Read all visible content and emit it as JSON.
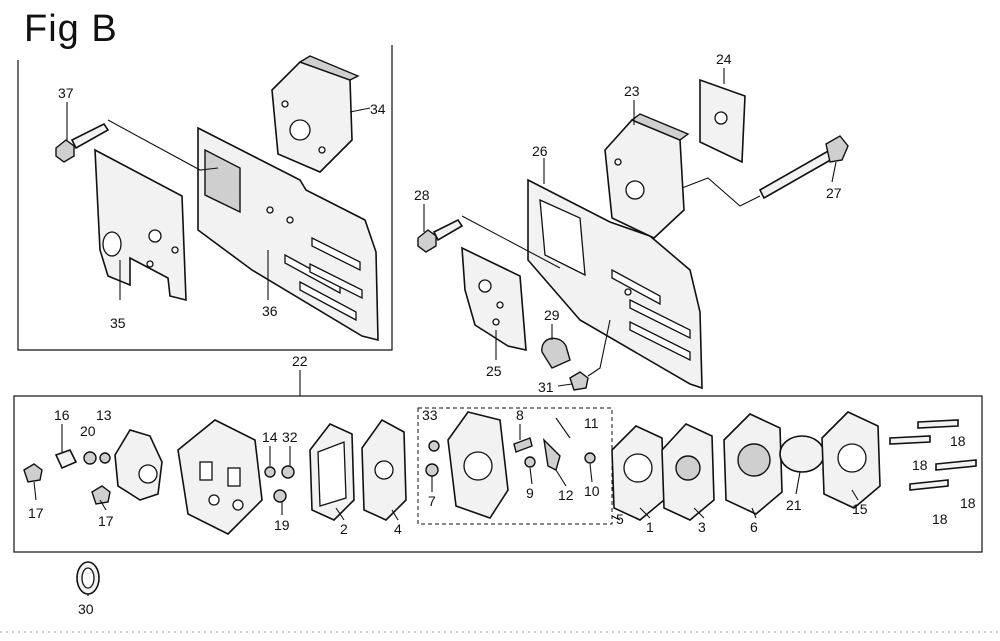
{
  "figure": {
    "title": "Fig B"
  },
  "callouts": {
    "p1": "1",
    "p2": "2",
    "p3": "3",
    "p4": "4",
    "p5": "5",
    "p6": "6",
    "p7": "7",
    "p8": "8",
    "p9": "9",
    "p10": "10",
    "p11": "11",
    "p12": "12",
    "p13": "13",
    "p14": "14",
    "p15": "15",
    "p16": "16",
    "p17a": "17",
    "p17b": "17",
    "p18a": "18",
    "p18b": "18",
    "p18c": "18",
    "p18d": "18",
    "p19": "19",
    "p20": "20",
    "p21": "21",
    "p22": "22",
    "p23": "23",
    "p24": "24",
    "p25": "25",
    "p26": "26",
    "p27": "27",
    "p28": "28",
    "p29": "29",
    "p30": "30",
    "p31": "31",
    "p32": "32",
    "p33": "33",
    "p34": "34",
    "p35": "35",
    "p36": "36",
    "p37": "37"
  }
}
